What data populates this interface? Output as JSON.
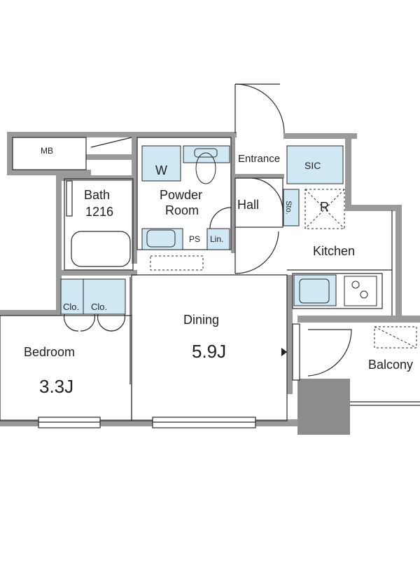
{
  "colors": {
    "wall": "#9a9a9a",
    "wall_dark": "#8c8c8c",
    "line": "#2a2a2a",
    "fixture_fill": "#cfe8f3",
    "fixture_accent": "#7ab7d6",
    "background": "#ffffff"
  },
  "rooms": {
    "mb": "MB",
    "bath": "Bath",
    "bath_size": "1216",
    "powder_room_line1": "Powder",
    "powder_room_line2": "Room",
    "washer": "W",
    "entrance": "Entrance",
    "sic": "SIC",
    "hall": "Hall",
    "storage": "Sto.",
    "refrigerator": "R",
    "ps": "PS",
    "linen": "Lin.",
    "kitchen": "Kitchen",
    "closet_1": "Clo.",
    "closet_2": "Clo.",
    "dining": "Dining",
    "dining_size": "5.9J",
    "bedroom": "Bedroom",
    "bedroom_size": "3.3J",
    "balcony": "Balcony"
  }
}
